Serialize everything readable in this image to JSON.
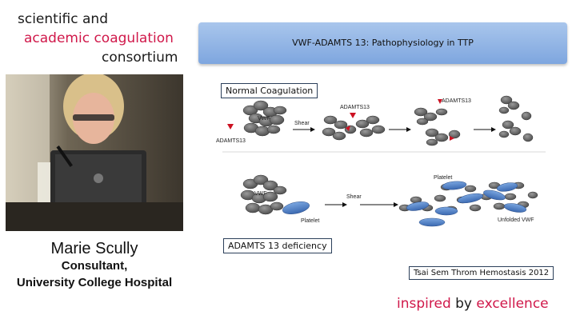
{
  "brand": {
    "line1": "scientific and",
    "line2": "academic coagulation",
    "line3": "consortium"
  },
  "speaker": {
    "name": "Marie Scully",
    "title": "Consultant,",
    "organization": "University College Hospital"
  },
  "slide": {
    "title": "VWF-ADAMTS 13: Pathophysiology in TTP",
    "normal_label": "Normal Coagulation",
    "deficiency_label": "ADAMTS 13 deficiency",
    "citation": "Tsai Sem Throm Hemostasis 2012",
    "diagram": {
      "adamts13_a": "ADAMTS13",
      "adamts13_b": "ADAMTS13",
      "adamts13_c": "ADAMTS13",
      "vwf_top": "VWF",
      "vwf_bottom": "VWF",
      "shear_top": "Shear",
      "shear_bottom": "Shear",
      "platelet_1": "Platelet",
      "platelet_2": "Platelet",
      "unfolded_vwf": "Unfolded VWF"
    }
  },
  "footer": {
    "word1": "inspired",
    "word2": "by",
    "word3": "excellence"
  },
  "colors": {
    "brand_accent": "#d0184a",
    "title_bar": "#8fb2e4",
    "adamts_marker": "#cc1122",
    "platelet": "#4a7fc8"
  },
  "icons": {
    "video": "speaker-video-feed",
    "arrow": "right-arrow-icon",
    "marker": "triangle-marker-icon"
  }
}
